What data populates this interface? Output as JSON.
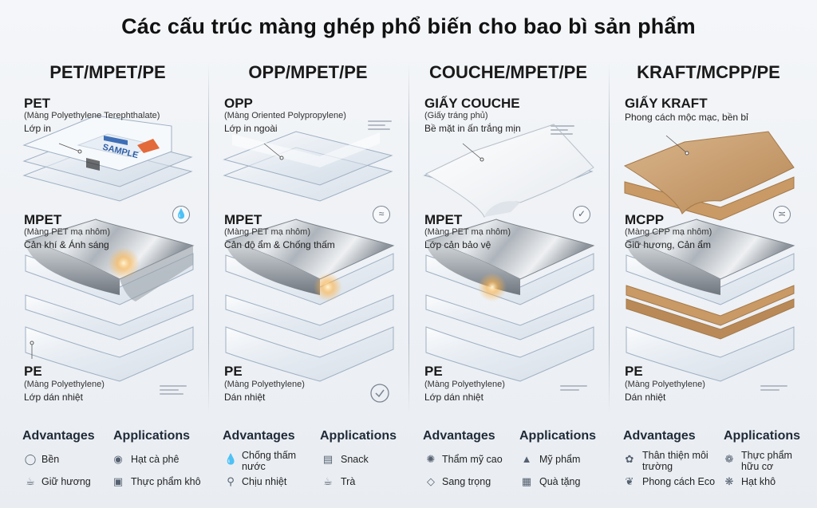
{
  "title": "Các cấu trúc màng ghép phổ biến cho bao bì sản phẩm",
  "columns": [
    {
      "name": "PET/MPET/PE",
      "layers": [
        {
          "name": "PET",
          "desc": "(Màng Polyethylene Terephthalate)",
          "role": "Lớp in"
        },
        {
          "name": "MPET",
          "desc": "(Màng PET mạ nhôm)",
          "role": "Cản khí & Ánh sáng"
        },
        {
          "name": "PE",
          "desc": "(Màng Polyethylene)",
          "role": "Lớp dán nhiệt"
        }
      ],
      "sample_label": "SAMPLE",
      "advantages_label": "Advantages",
      "applications_label": "Applications",
      "advantages": [
        {
          "icon": "shield-icon",
          "text": "Bền"
        },
        {
          "icon": "coffee-cup-icon",
          "text": "Giữ hương"
        }
      ],
      "applications": [
        {
          "icon": "coffee-bean-icon",
          "text": "Hạt cà phê"
        },
        {
          "icon": "box-icon",
          "text": "Thực phẩm khô"
        }
      ]
    },
    {
      "name": "OPP/MPET/PE",
      "layers": [
        {
          "name": "OPP",
          "desc": "(Màng Oriented Polypropylene)",
          "role": "Lớp in ngoài"
        },
        {
          "name": "MPET",
          "desc": "(Màng PET mạ nhôm)",
          "role": "Cản độ ẩm & Chống thấm"
        },
        {
          "name": "PE",
          "desc": "(Màng Polyethylene)",
          "role": "Dán nhiệt"
        }
      ],
      "advantages_label": "Advantages",
      "applications_label": "Applications",
      "advantages": [
        {
          "icon": "water-drop-icon",
          "text": "Chống thấm nước"
        },
        {
          "icon": "thermometer-icon",
          "text": "Chịu nhiệt"
        }
      ],
      "applications": [
        {
          "icon": "snack-bag-icon",
          "text": "Snack"
        },
        {
          "icon": "tea-cup-icon",
          "text": "Trà"
        }
      ]
    },
    {
      "name": "COUCHE/MPET/PE",
      "layers": [
        {
          "name": "GIẤY COUCHE",
          "desc": "(Giấy tráng phủ)",
          "role": "Bề mặt in ấn trắng mịn"
        },
        {
          "name": "MPET",
          "desc": "(Màng PET mạ nhôm)",
          "role": "Lớp cản bảo vệ"
        },
        {
          "name": "PE",
          "desc": "(Màng Polyethylene)",
          "role": "Lớp dán nhiệt"
        }
      ],
      "advantages_label": "Advantages",
      "applications_label": "Applications",
      "advantages": [
        {
          "icon": "sparkle-badge-icon",
          "text": "Thẩm mỹ cao"
        },
        {
          "icon": "diamond-icon",
          "text": "Sang trọng"
        }
      ],
      "applications": [
        {
          "icon": "flask-icon",
          "text": "Mỹ phẩm"
        },
        {
          "icon": "gift-icon",
          "text": "Quà tặng"
        }
      ]
    },
    {
      "name": "KRAFT/MCPP/PE",
      "layers": [
        {
          "name": "GIẤY KRAFT",
          "desc": "",
          "role": "Phong cách mộc mạc, bền bỉ"
        },
        {
          "name": "MCPP",
          "desc": "(Màng CPP mạ nhôm)",
          "role": "Giữ hương, Cản ẩm"
        },
        {
          "name": "PE",
          "desc": "(Màng Polyethylene)",
          "role": "Dán nhiệt"
        }
      ],
      "advantages_label": "Advantages",
      "applications_label": "Applications",
      "advantages": [
        {
          "icon": "hand-leaf-icon",
          "text": "Thân thiện môi trường"
        },
        {
          "icon": "leaf-icon",
          "text": "Phong cách Eco"
        }
      ],
      "applications": [
        {
          "icon": "organic-leaf-icon",
          "text": "Thực phẩm hữu cơ"
        },
        {
          "icon": "seeds-icon",
          "text": "Hạt khô"
        }
      ]
    }
  ]
}
